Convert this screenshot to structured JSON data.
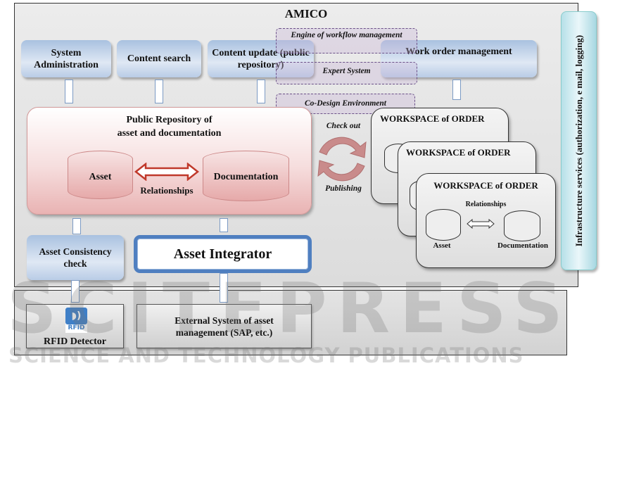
{
  "title": "AMICO",
  "top_modules": [
    "System Administration",
    "Content search",
    "Content update (public repository)",
    "Work order management"
  ],
  "overlays": [
    "Engine of workflow management",
    "Expert System",
    "Co-Design Environment"
  ],
  "repository": {
    "title_line1": "Public Repository  of",
    "title_line2": "asset and documentation",
    "asset": "Asset",
    "documentation": "Documentation",
    "relationships": "Relationships"
  },
  "sync": {
    "check_out": "Check out",
    "publishing": "Publishing"
  },
  "workspace": {
    "title": "WORKSPACE of ORDER",
    "relationships": "Relationships",
    "asset": "Asset",
    "documentation": "Documentation"
  },
  "infrastructure": "Infrastructure services (authorization, e mail, logging)",
  "consistency": "Asset Consistency check",
  "integrator": "Asset Integrator",
  "rfid": {
    "icon_label": "RFID",
    "label": "RFID Detector"
  },
  "external": "External System of asset management (SAP, etc.)",
  "watermark": {
    "line1": "SCITEPRESS",
    "line2": "SCIENCE AND TECHNOLOGY PUBLICATIONS"
  },
  "colors": {
    "module_blue": "#a9c1e0",
    "repository_pink": "#e9b3b3",
    "overlay_purple": "#6a4f87",
    "integrator_border": "#4f7fc0"
  }
}
